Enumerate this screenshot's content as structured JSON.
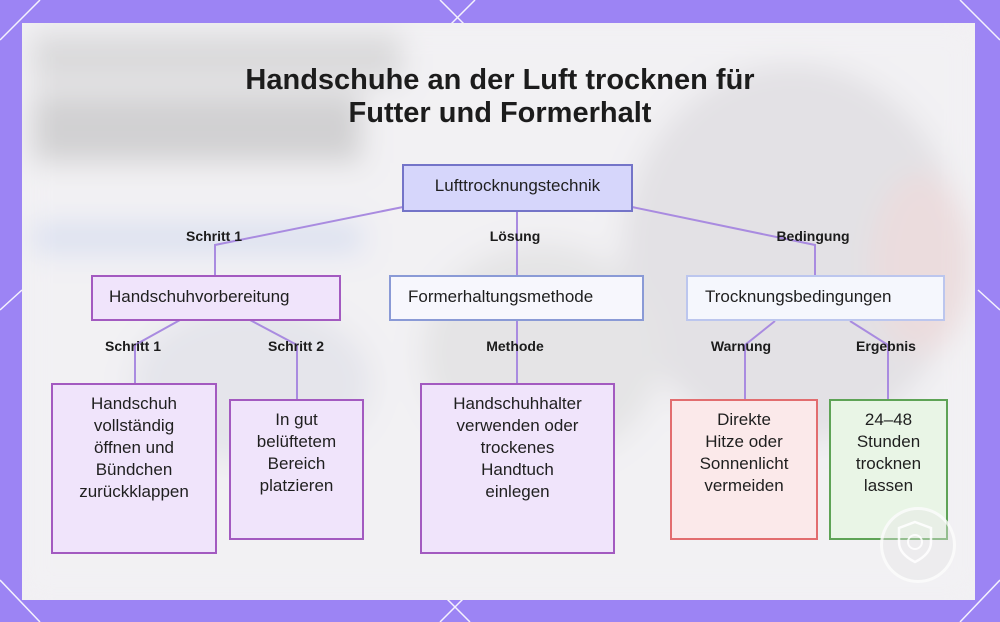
{
  "title_lines": [
    "Handschuhe an der Luft trocknen für",
    "Futter und Formerhalt"
  ],
  "root": "Lufttrocknungstechnik",
  "branches": [
    {
      "edge": "Schritt 1",
      "node": "Handschuhvorbereitung"
    },
    {
      "edge": "Lösung",
      "node": "Formerhaltungsmethode"
    },
    {
      "edge": "Bedingung",
      "node": "Trocknungsbedingungen"
    }
  ],
  "leaves": [
    {
      "edge": "Schritt 1",
      "text": "Handschuh\nvollständig\nöffnen und\nBündchen\nzurückklappen"
    },
    {
      "edge": "Schritt 2",
      "text": "In gut\nbelüftetem\nBereich\nplatzieren"
    },
    {
      "edge": "Methode",
      "text": "Handschuhhalter\nverwenden oder\ntrockenes\nHandtuch\neinlegen"
    },
    {
      "edge": "Warnung",
      "text": "Direkte\nHitze oder\nSonnenlicht\nvermeiden"
    },
    {
      "edge": "Ergebnis",
      "text": "24–48\nStunden\ntrocknen\nlassen"
    }
  ],
  "colors": {
    "frame": "#9c84f4",
    "root_fill": "#d6d6fb",
    "purple_border": "#a35ac0",
    "warning_border": "#e26d6f",
    "result_border": "#5ea356",
    "connector": "#a98be0"
  },
  "icons": [
    "shield-badge-icon"
  ]
}
